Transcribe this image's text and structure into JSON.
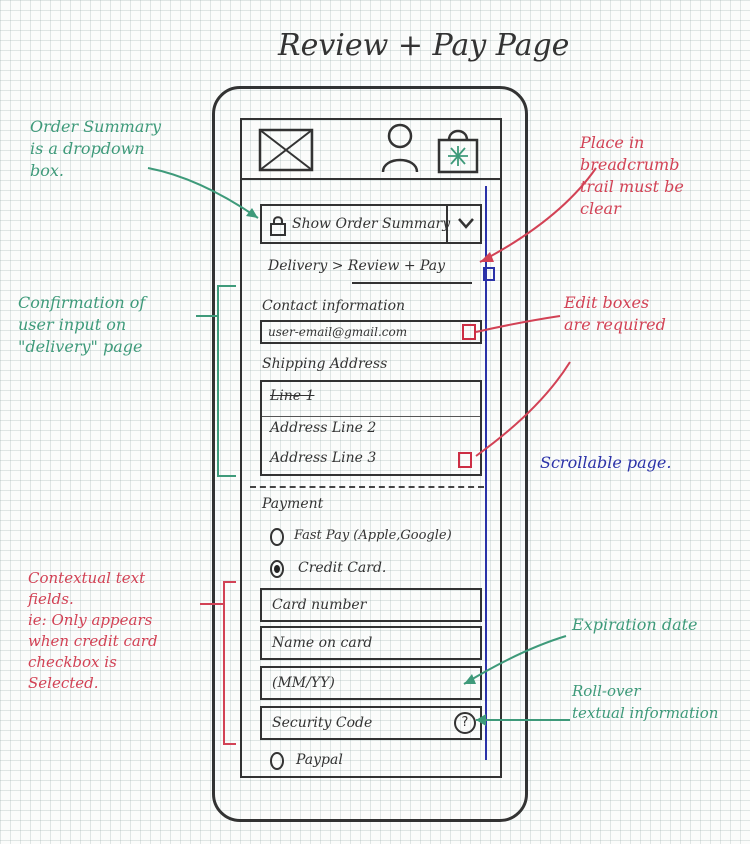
{
  "title": "Review + Pay Page",
  "ui": {
    "order_summary": "Show Order Summary",
    "breadcrumb_step1": "Delivery",
    "breadcrumb_sep": ">",
    "breadcrumb_step2": "Review + Pay",
    "contact_label": "Contact information",
    "email": "user-email@gmail.com",
    "shipping_label": "Shipping Address",
    "address_lines": [
      "Line 1",
      "Address Line 2",
      "Address Line 3"
    ],
    "payment_label": "Payment",
    "fast_pay": "Fast Pay (Apple,Google)",
    "credit_card": "Credit Card.",
    "card_number": "Card number",
    "name_on_card": "Name on card",
    "expiry": "(MM/YY)",
    "security_code": "Security Code",
    "help_glyph": "?",
    "paypal": "Paypal"
  },
  "notes": {
    "order_summary": [
      "Order Summary",
      "is a dropdown",
      "box."
    ],
    "breadcrumb": [
      "Place in",
      "breadcrumb",
      "trail must be",
      "clear"
    ],
    "confirmation": [
      "Confirmation of",
      "user input on",
      "\"delivery\" page"
    ],
    "edit_boxes": [
      "Edit boxes",
      "are required"
    ],
    "scrollable": "Scrollable page.",
    "contextual": [
      "Contextual text",
      "fields.",
      "ie: Only appears",
      "when credit card",
      "checkbox is",
      "Selected."
    ],
    "expiration": "Expiration date",
    "rollover": [
      "Roll-over",
      "textual information"
    ]
  },
  "colors": {
    "green": "#3e9a7a",
    "red": "#d24255",
    "blue": "#2b32a8",
    "ink": "#333333"
  }
}
